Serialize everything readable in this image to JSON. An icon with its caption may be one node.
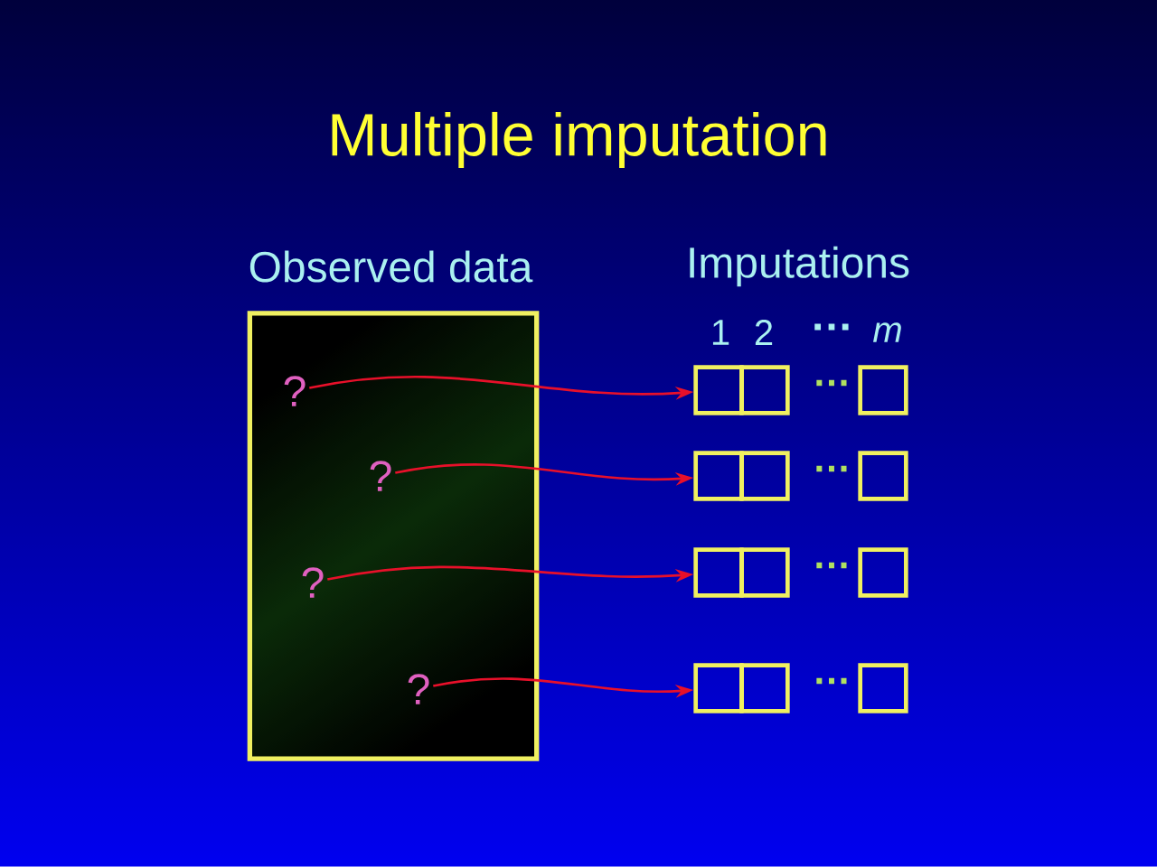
{
  "diagram": {
    "title": "Multiple imputation",
    "nodes": [
      {
        "text": [
          "Observed data"
        ]
      },
      {
        "text": [
          "?"
        ],
        "in": 0
      },
      {
        "text": [
          "?"
        ],
        "in": 0
      },
      {
        "text": [
          "?"
        ],
        "in": 0
      },
      {
        "text": [
          "?"
        ],
        "in": 0
      },
      {
        "text": [],
        "shape": "box"
      },
      {
        "text": [],
        "shape": "box"
      },
      {
        "text": [],
        "shape": "box"
      },
      {
        "text": [],
        "shape": "box"
      },
      {
        "text": [],
        "shape": "box"
      },
      {
        "text": [],
        "shape": "box"
      },
      {
        "text": [],
        "shape": "box"
      },
      {
        "text": [],
        "shape": "box"
      },
      {
        "text": [],
        "shape": "box"
      },
      {
        "text": [],
        "shape": "box"
      },
      {
        "text": [],
        "shape": "box"
      },
      {
        "text": [],
        "shape": "box"
      }
    ],
    "edges": [
      {
        "from": 1,
        "to": 5,
        "arrow": "to"
      },
      {
        "from": 2,
        "to": 8,
        "arrow": "to"
      },
      {
        "from": 3,
        "to": 11,
        "arrow": "to"
      },
      {
        "from": 4,
        "to": 14,
        "arrow": "to"
      }
    ],
    "labels": [
      "Imputations",
      "1",
      "2",
      "…",
      "m",
      "…",
      "…",
      "…",
      "…"
    ]
  }
}
